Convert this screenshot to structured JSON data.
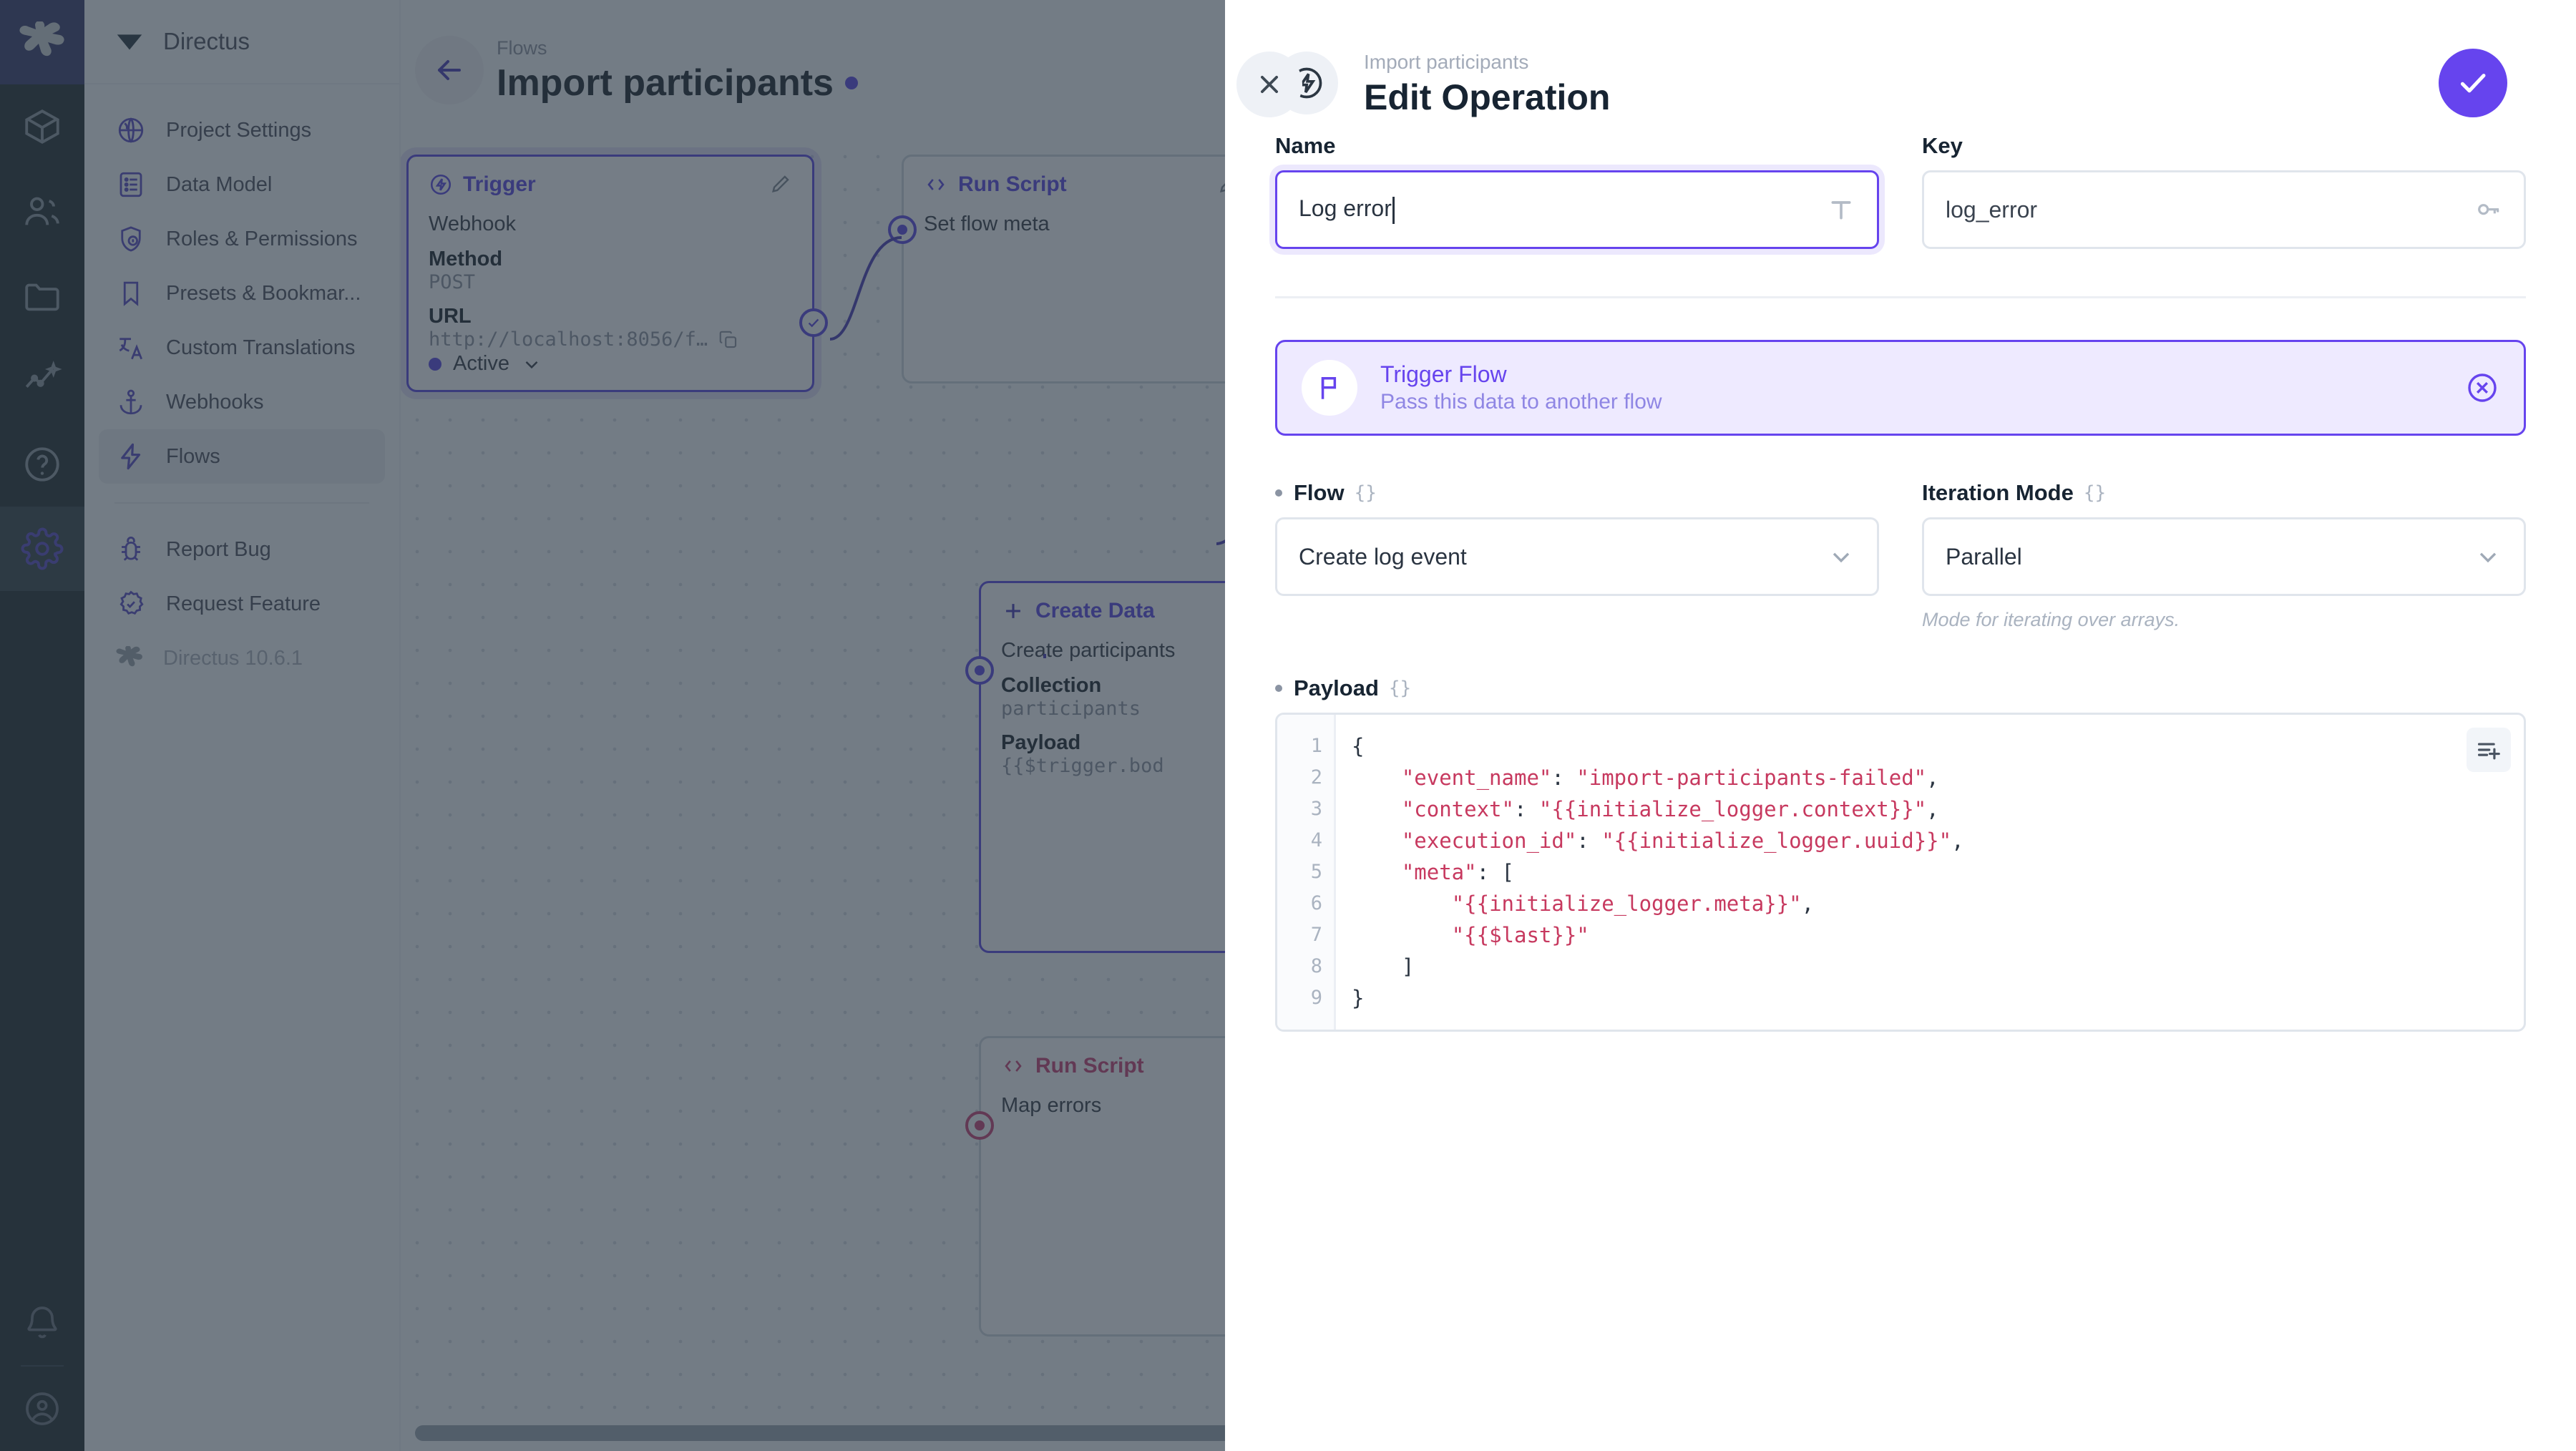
{
  "rail": {
    "logo_icon": "directus-rabbit-logo",
    "items": [
      {
        "icon": "box-icon",
        "name": "content",
        "active": false
      },
      {
        "icon": "people-icon",
        "name": "users",
        "active": false
      },
      {
        "icon": "folder-icon",
        "name": "files",
        "active": false
      },
      {
        "icon": "insights-icon",
        "name": "insights",
        "active": false
      },
      {
        "icon": "help-circle-icon",
        "name": "help",
        "active": false
      },
      {
        "icon": "gear-icon",
        "name": "settings",
        "active": true
      }
    ],
    "bottom_items": [
      {
        "icon": "bell-icon",
        "name": "notifications"
      },
      {
        "icon": "account-circle-icon",
        "name": "account"
      }
    ]
  },
  "nav": {
    "title": "Directus",
    "title_icon": "directus-mark-icon",
    "items": [
      {
        "label": "Project Settings",
        "icon": "globe-icon",
        "selected": false
      },
      {
        "label": "Data Model",
        "icon": "list-box-icon",
        "selected": false
      },
      {
        "label": "Roles & Permissions",
        "icon": "shield-account-icon",
        "selected": false
      },
      {
        "label": "Presets & Bookmar...",
        "icon": "bookmark-icon",
        "selected": false
      },
      {
        "label": "Custom Translations",
        "icon": "translate-icon",
        "selected": false
      },
      {
        "label": "Webhooks",
        "icon": "anchor-icon",
        "selected": false
      },
      {
        "label": "Flows",
        "icon": "bolt-icon",
        "selected": true
      }
    ],
    "secondary_items": [
      {
        "label": "Report Bug",
        "icon": "bug-icon"
      },
      {
        "label": "Request Feature",
        "icon": "badge-check-icon"
      }
    ],
    "version": "Directus 10.6.1",
    "version_icon": "directus-rabbit-icon"
  },
  "canvas": {
    "back_icon": "arrow-left-icon",
    "breadcrumb": "Flows",
    "title": "Import participants",
    "status_dot_color": "#5a4ae3",
    "nodes": [
      {
        "type": "Trigger",
        "type_icon": "bolt-circle-icon",
        "edit_icon": "pencil-icon",
        "subtitle": "Webhook",
        "fields": [
          {
            "key": "Method",
            "value": "POST"
          },
          {
            "key": "URL",
            "value": "http://localhost:8056/f…",
            "copy_icon": "copy-icon"
          }
        ],
        "status": "Active",
        "status_chevron": "chevron-down-icon"
      },
      {
        "type": "Run Script",
        "type_icon": "code-brackets-icon",
        "edit_icon": "pencil-icon",
        "more_icon": "dots-vertical-icon",
        "name": "Set flow meta"
      },
      {
        "type": "Create Data",
        "type_icon": "plus-icon",
        "name": "Create participants",
        "fields": [
          {
            "key": "Collection",
            "value": "participants"
          },
          {
            "key": "Payload",
            "value": "{{$trigger.bod"
          }
        ]
      },
      {
        "type": "Run Script",
        "type_icon": "code-brackets-icon",
        "name": "Map errors",
        "accent": "#c2457a"
      }
    ],
    "scrollbar": "horizontal-scrollbar"
  },
  "drawer": {
    "close_icon": "close-icon",
    "header": {
      "icon": "bolt-circle-icon",
      "breadcrumb": "Import participants",
      "title": "Edit Operation",
      "save_icon": "check-icon",
      "save_color": "#6644ee"
    },
    "name_field": {
      "label": "Name",
      "value": "Log error",
      "affix_icon": "text-format-icon",
      "focused": true
    },
    "key_field": {
      "label": "Key",
      "value": "log_error",
      "affix_icon": "key-icon",
      "focused": false
    },
    "operation_card": {
      "icon": "flag-icon",
      "title": "Trigger Flow",
      "subtitle": "Pass this data to another flow",
      "clear_icon": "close-circle-icon",
      "accent": "#6644ee",
      "background": "#eeeaff"
    },
    "flow_field": {
      "label": "Flow",
      "braces": "{}",
      "value": "Create log event",
      "chevron_icon": "chevron-down-icon",
      "required": true
    },
    "iteration_field": {
      "label": "Iteration Mode",
      "braces": "{}",
      "value": "Parallel",
      "chevron_icon": "chevron-down-icon",
      "hint": "Mode for iterating over arrays.",
      "required": false
    },
    "payload_field": {
      "label": "Payload",
      "braces": "{}",
      "required": true,
      "add_icon": "playlist-add-icon",
      "line_numbers": [
        "1",
        "2",
        "3",
        "4",
        "5",
        "6",
        "7",
        "8",
        "9"
      ],
      "lines": [
        "{",
        "    \"event_name\": \"import-participants-failed\",",
        "    \"context\": \"{{initialize_logger.context}}\",",
        "    \"execution_id\": \"{{initialize_logger.uuid}}\",",
        "    \"meta\": [",
        "        \"{{initialize_logger.meta}}\",",
        "        \"{{$last}}\"",
        "    ]",
        "}"
      ]
    }
  }
}
